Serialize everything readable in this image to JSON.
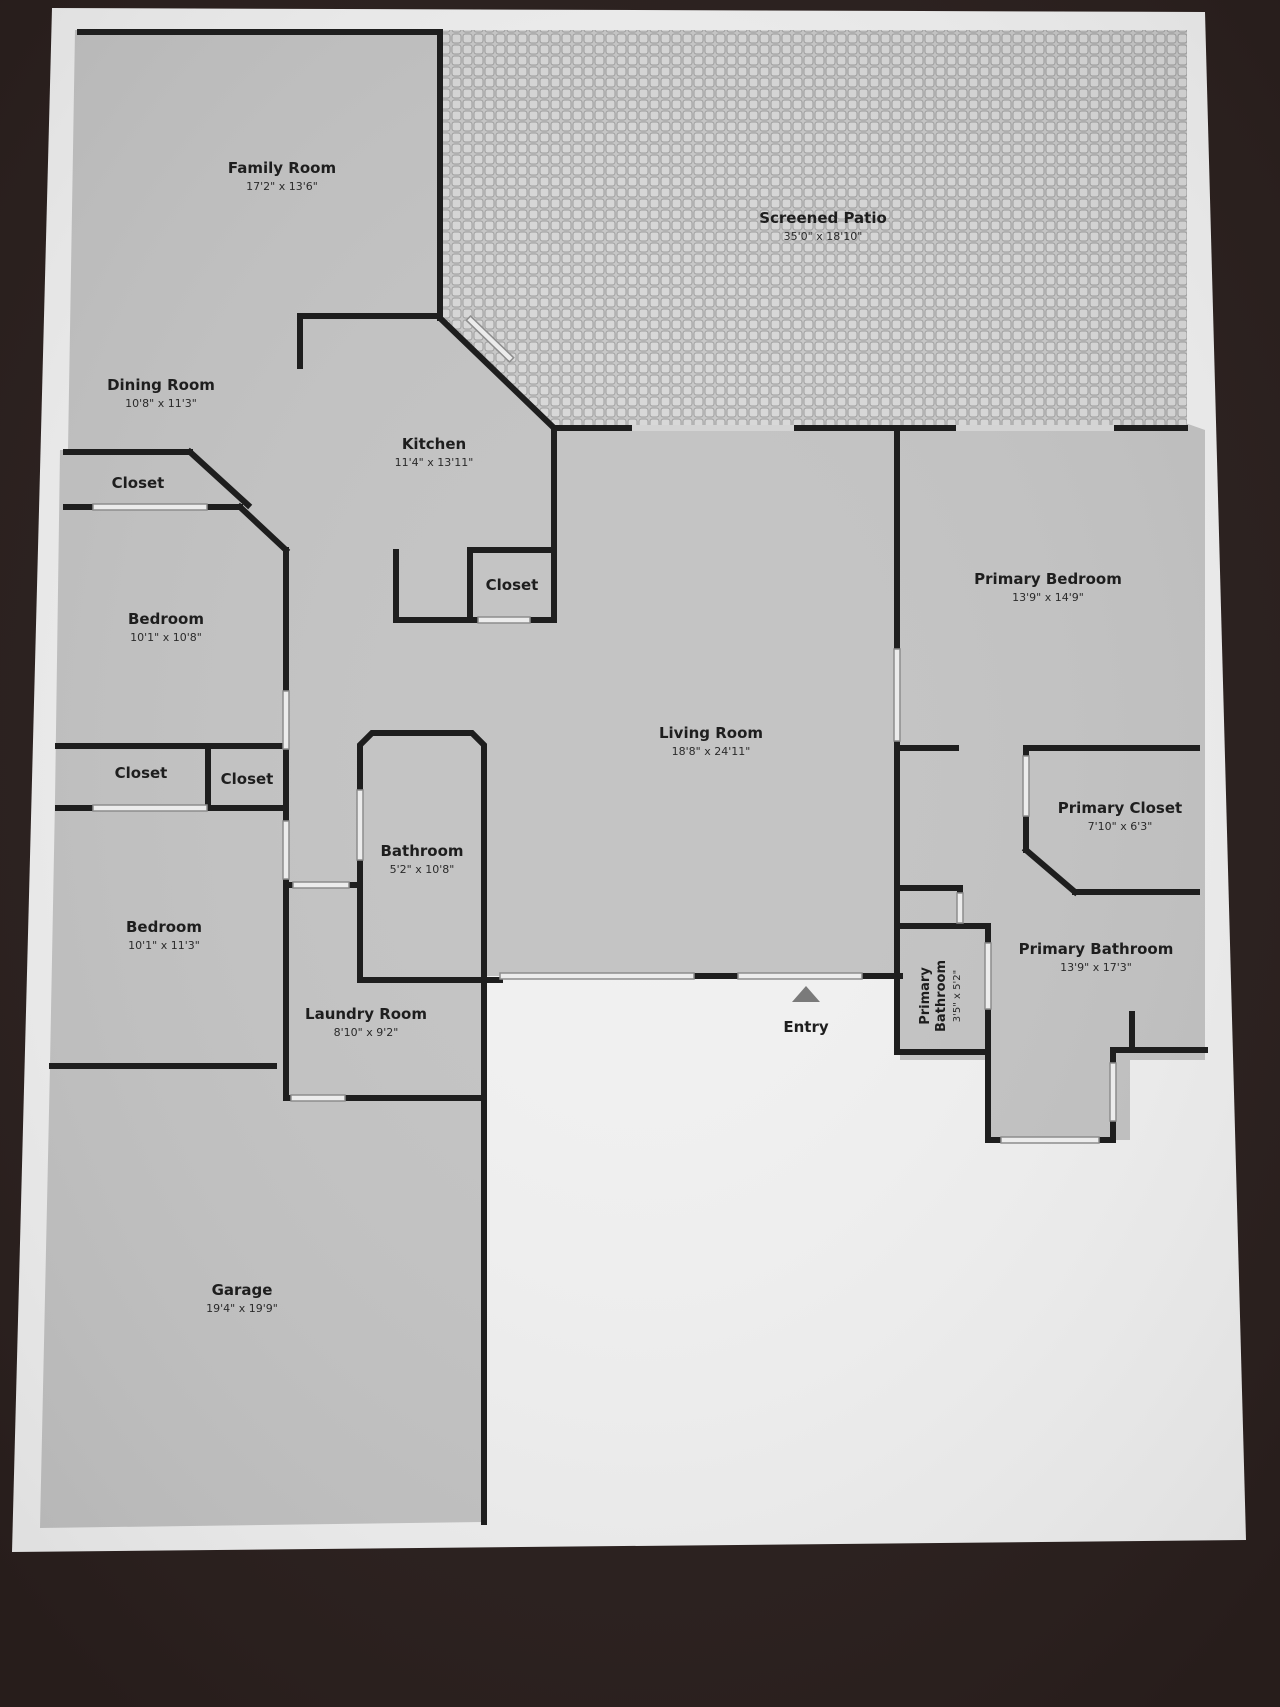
{
  "floorplan": {
    "family_room": {
      "name": "Family Room",
      "dims": "17'2\" x 13'6\""
    },
    "screened_patio": {
      "name": "Screened Patio",
      "dims": "35'0\" x 18'10\""
    },
    "dining_room": {
      "name": "Dining Room",
      "dims": "10'8\" x 11'3\""
    },
    "kitchen": {
      "name": "Kitchen",
      "dims": "11'4\" x 13'11\""
    },
    "closet_top_left": {
      "name": "Closet"
    },
    "kitchen_closet": {
      "name": "Closet"
    },
    "bedroom_1": {
      "name": "Bedroom",
      "dims": "10'1\" x 10'8\""
    },
    "closet_mid_a": {
      "name": "Closet"
    },
    "closet_mid_b": {
      "name": "Closet"
    },
    "bathroom": {
      "name": "Bathroom",
      "dims": "5'2\" x 10'8\""
    },
    "living_room": {
      "name": "Living Room",
      "dims": "18'8\" x 24'11\""
    },
    "primary_bedroom": {
      "name": "Primary Bedroom",
      "dims": "13'9\" x 14'9\""
    },
    "primary_closet": {
      "name": "Primary Closet",
      "dims": "7'10\" x 6'3\""
    },
    "primary_bathroom": {
      "name": "Primary Bathroom",
      "dims": "13'9\" x 17'3\""
    },
    "primary_bathroom_small": {
      "name_line1": "Primary",
      "name_line2": "Bathroom",
      "dims": "3'5\" x 5'2\""
    },
    "bedroom_2": {
      "name": "Bedroom",
      "dims": "10'1\" x 11'3\""
    },
    "laundry_room": {
      "name": "Laundry Room",
      "dims": "8'10\" x 9'2\""
    },
    "entry": {
      "name": "Entry"
    },
    "garage": {
      "name": "Garage",
      "dims": "19'4\" x 19'9\""
    }
  },
  "colors": {
    "table": "#2a1f1d",
    "paper": "#f1f1f1",
    "room_fill": "#c4c4c4",
    "wall": "#1e1e1e",
    "patio_tile": "#a9a9a9",
    "entry_marker": "#7a7a7a"
  }
}
